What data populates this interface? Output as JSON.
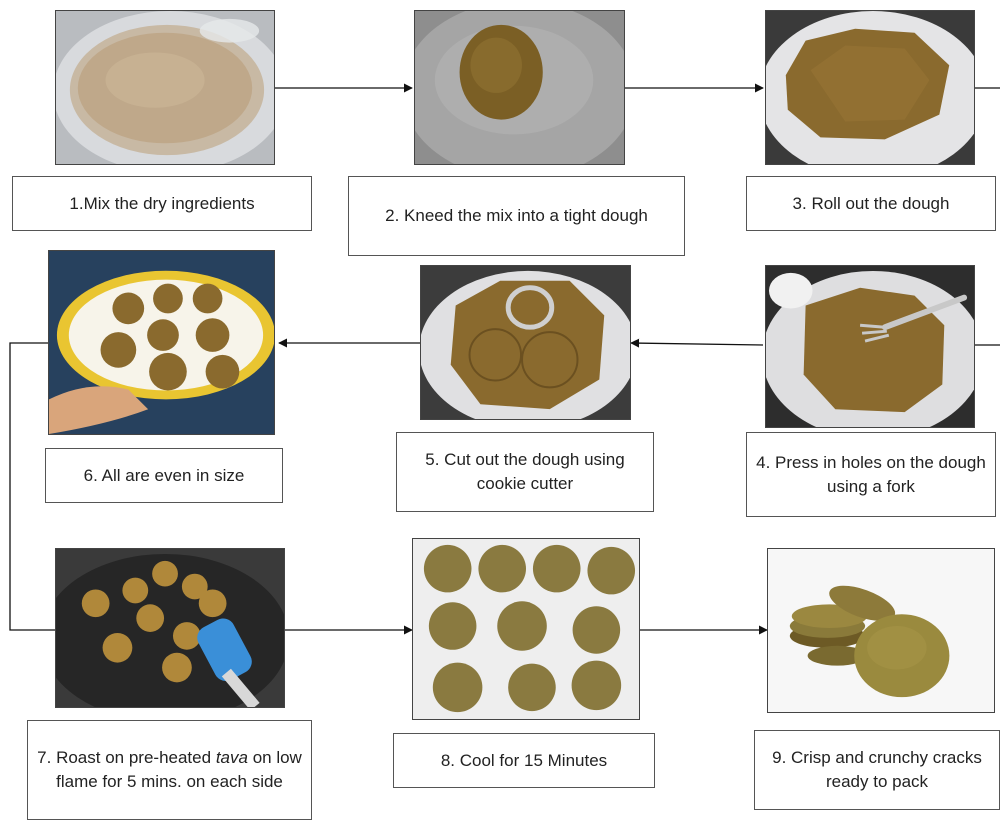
{
  "steps": [
    {
      "id": 1,
      "caption": "1.Mix the dry ingredients"
    },
    {
      "id": 2,
      "caption": "2. Kneed the mix into a tight dough"
    },
    {
      "id": 3,
      "caption": "3. Roll out the dough"
    },
    {
      "id": 4,
      "caption": "4. Press in holes on the dough using a fork"
    },
    {
      "id": 5,
      "caption": "5. Cut out the dough using cookie cutter"
    },
    {
      "id": 6,
      "caption": "6. All are even in size"
    },
    {
      "id": 7,
      "caption_before": "7. Roast on pre-heated",
      "caption_italic": "tava",
      "caption_after": "on low flame for 5 mins. on each side"
    },
    {
      "id": 8,
      "caption": "8. Cool for 15 Minutes"
    },
    {
      "id": 9,
      "caption": "9. Crisp and crunchy cracks ready to pack"
    }
  ],
  "colors": {
    "dough": "#8a6a2e",
    "cookie": "#a07a30",
    "metal_plate": "#9a9a9a",
    "paper": "#e8e8e8",
    "yellow_plate": "#e9c531",
    "tava": "#2e2e2e",
    "spatula": "#3a8fd8",
    "arrow": "#111111"
  }
}
